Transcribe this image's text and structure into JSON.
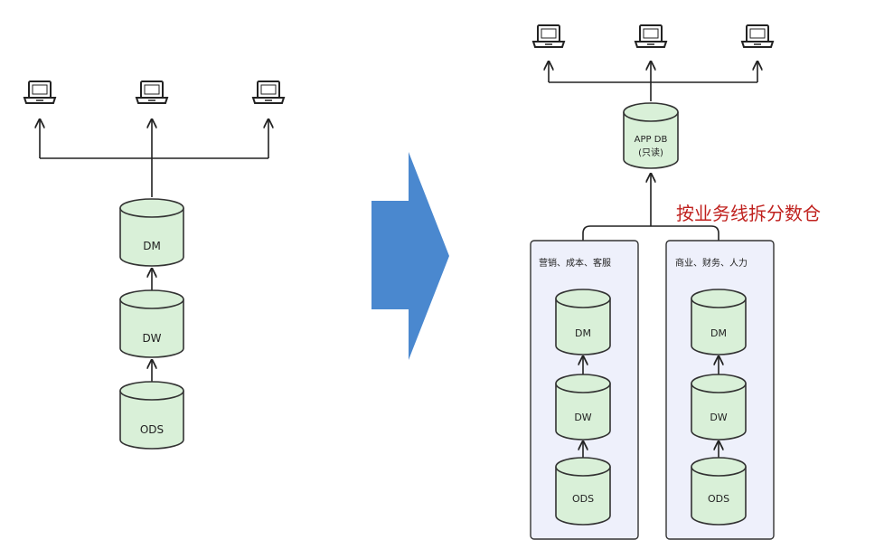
{
  "colors": {
    "db_fill": "#d9f0d8",
    "panel_fill": "#eef0fb",
    "arrow_fill": "#4a88cf",
    "callout_red": "#c0221f"
  },
  "left": {
    "db_dm": "DM",
    "db_dw": "DW",
    "db_ods": "ODS"
  },
  "right": {
    "app_db_line1": "APP DB",
    "app_db_line2": "(只读)",
    "split_callout": "按业务线拆分数仓",
    "group_a": {
      "title": "营销、成本、客服",
      "db_dm": "DM",
      "db_dw": "DW",
      "db_ods": "ODS"
    },
    "group_b": {
      "title": "商业、财务、人力",
      "db_dm": "DM",
      "db_dw": "DW",
      "db_ods": "ODS"
    }
  },
  "icons": [
    "laptop-icon",
    "right-arrow-icon",
    "database-icon"
  ]
}
